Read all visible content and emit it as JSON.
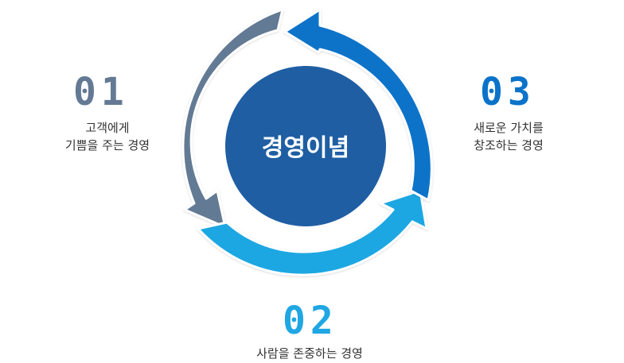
{
  "center": {
    "label": "경영이념"
  },
  "items": [
    {
      "number": "01",
      "lines": [
        "고객에게",
        "기쁨을 주는 경영"
      ]
    },
    {
      "number": "02",
      "lines": [
        "사람을 존중하는 경영"
      ]
    },
    {
      "number": "03",
      "lines": [
        "새로운 가치를",
        "창조하는 경영"
      ]
    }
  ],
  "colors": {
    "item_01": "#647a94",
    "item_02": "#1fa7e3",
    "item_03": "#0a73c9",
    "center": "#1f5ea3"
  }
}
